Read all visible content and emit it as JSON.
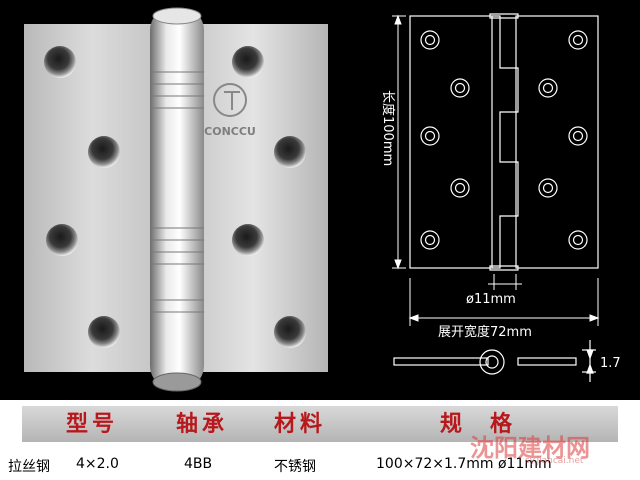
{
  "product_image": {
    "logo_text": "CONCCU"
  },
  "drawing": {
    "length_label": "长度100mm",
    "pin_diameter_label": "ø11mm",
    "open_width_label": "展开宽度72mm",
    "thickness_label": "1.7"
  },
  "spec_table": {
    "headers": [
      "型号",
      "轴承",
      "材料",
      "规格"
    ],
    "rows": [
      {
        "model": "拉丝钢",
        "size": "4×2.0",
        "bearing": "4BB",
        "material": "不锈钢",
        "spec": "100×72×1.7mm ø11mm"
      }
    ]
  },
  "watermark": {
    "text": "沈阳建材网",
    "url": "sy.jiancai.net"
  },
  "colors": {
    "header_text": "#b8181c",
    "background": "#000000",
    "steel": "#c8c8c8"
  }
}
